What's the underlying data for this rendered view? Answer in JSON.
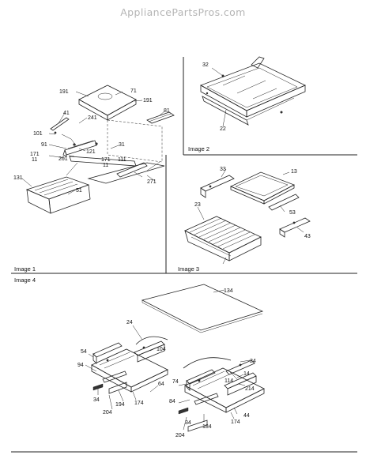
{
  "watermark": "AppliancePartsPros.com",
  "panels": [
    {
      "caption": "Image 1"
    },
    {
      "caption": "Image 2"
    },
    {
      "caption": "Image 3"
    },
    {
      "caption": "Image 4"
    }
  ],
  "part_numbers": {
    "p71": "71",
    "p191a": "191",
    "p191b": "191",
    "p81": "81",
    "p41": "41",
    "p241": "241",
    "p101": "101",
    "p91": "91",
    "p121": "121",
    "p31": "31",
    "p261": "261",
    "p171a": "171",
    "p11a": "11",
    "p171b": "171",
    "p11b": "11",
    "p111": "111",
    "p271": "271",
    "p131": "131",
    "p51": "51",
    "p32": "32",
    "p22": "22",
    "p33": "33",
    "p13": "13",
    "p23": "23",
    "p53": "53",
    "p43": "43",
    "p134": "134",
    "p24a": "24",
    "p104": "104",
    "p54": "54",
    "p94": "94",
    "p64": "64",
    "p34a": "34",
    "p194": "194",
    "p174a": "174",
    "p204a": "204",
    "p24b": "24",
    "p14": "14",
    "p74": "74",
    "p114": "114",
    "p214": "214",
    "p84": "84",
    "p44": "44",
    "p174b": "174",
    "p34b": "34",
    "p184": "184",
    "p204b": "204"
  }
}
